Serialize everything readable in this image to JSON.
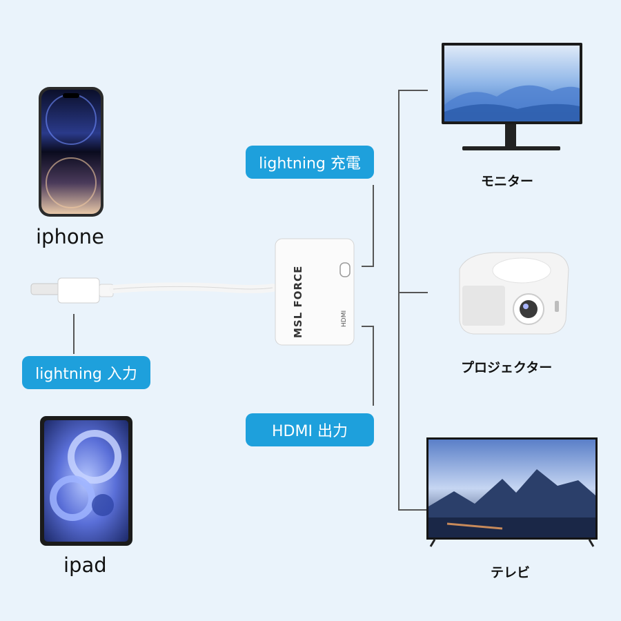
{
  "devices_left": {
    "iphone_label": "iphone",
    "ipad_label": "ipad"
  },
  "labels": {
    "lightning_charge": "lightning 充電",
    "lightning_input": "lightning 入力",
    "hdmi_output": "HDMI 出力"
  },
  "adapter": {
    "brand": "MSL FORCE",
    "port_label": "HDMI"
  },
  "devices_right": {
    "monitor_label": "モニター",
    "projector_label": "プロジェクター",
    "tv_label": "テレビ"
  },
  "icons": [
    "iphone-icon",
    "ipad-icon",
    "adapter-icon",
    "monitor-icon",
    "projector-icon",
    "tv-icon"
  ]
}
